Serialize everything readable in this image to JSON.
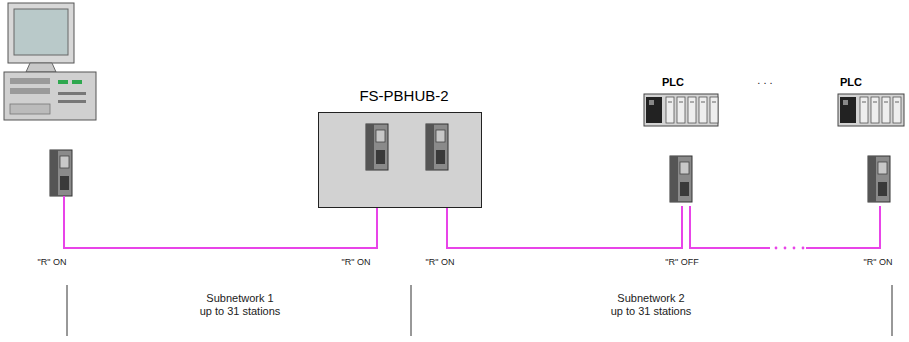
{
  "diagram": {
    "nodes": [
      {
        "text": [
          "FS-PBHUB-2"
        ]
      },
      {
        "text": [
          "PLC"
        ]
      },
      {
        "text": [
          "PLC"
        ]
      }
    ],
    "edges": [
      {
        "from": 0,
        "to": 1,
        "arrow": "none"
      },
      {
        "from": 1,
        "to": 2,
        "arrow": "none"
      }
    ],
    "labels": [
      "\"R\" ON",
      "\"R\" ON",
      "\"R\" ON",
      "\"R\" OFF",
      "\"R\" ON",
      "Subnetwork 1",
      "up to 31 stations",
      "Subnetwork 2",
      "up to 31 stations",
      ". . ."
    ]
  }
}
